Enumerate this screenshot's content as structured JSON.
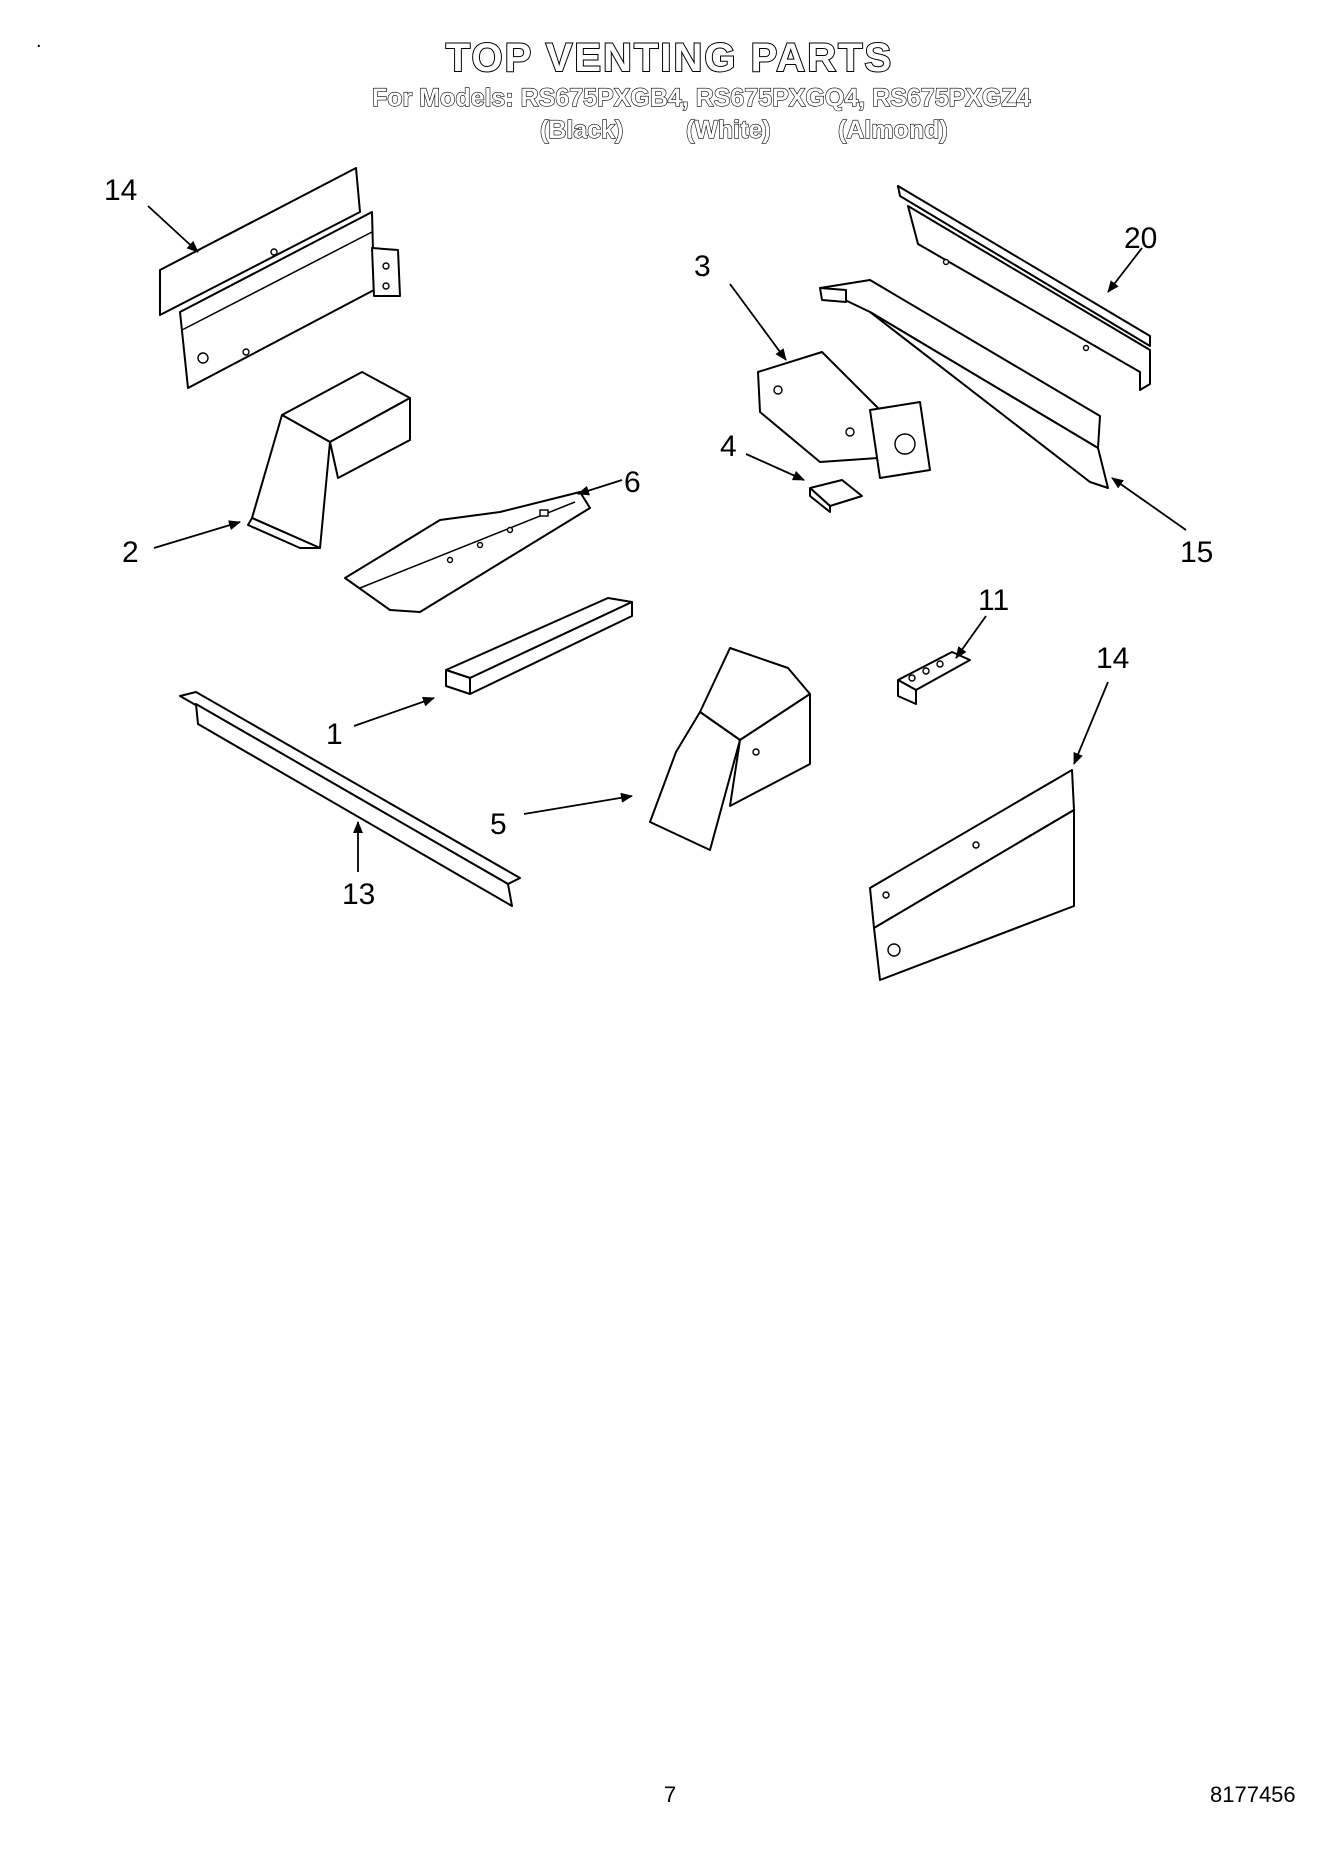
{
  "header": {
    "title": "TOP VENTING PARTS",
    "models_line": "For Models: RS675PXGB4, RS675PXGQ4, RS675PXGZ4",
    "colors": [
      "(Black)",
      "(White)",
      "(Almond)"
    ]
  },
  "callouts": {
    "c14a": "14",
    "c3": "3",
    "c20": "20",
    "c4": "4",
    "c6": "6",
    "c2": "2",
    "c15": "15",
    "c11": "11",
    "c14b": "14",
    "c1": "1",
    "c5": "5",
    "c13": "13"
  },
  "footer": {
    "page_number": "7",
    "doc_number": "8177456"
  }
}
